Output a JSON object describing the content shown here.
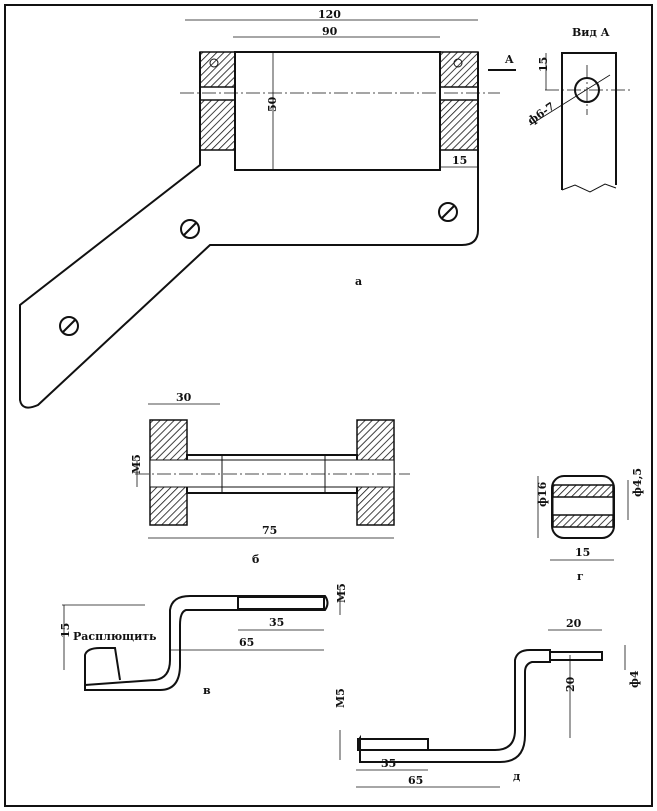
{
  "views": {
    "a": {
      "label": "а",
      "dims": {
        "overall_width": "120",
        "inner_width": "90",
        "height": "50",
        "flange": "15",
        "arrow": "A"
      }
    },
    "view_a": {
      "title": "Вид А",
      "offset": "15",
      "hole": "ф6-7"
    },
    "b": {
      "label": "б",
      "dims": {
        "left": "30",
        "thread": "М5",
        "length": "75"
      }
    },
    "g": {
      "label": "г",
      "dims": {
        "diameter": "ф16",
        "hole": "ф4,5",
        "width": "15"
      }
    },
    "v": {
      "label": "в",
      "note": "Расплющить",
      "dims": {
        "thread": "М5",
        "thread_len": "35",
        "length": "65",
        "height": "15"
      }
    },
    "d": {
      "label": "д",
      "dims": {
        "top": "20",
        "height": "20",
        "diameter": "ф4",
        "thread": "М5",
        "thread_len": "35",
        "length": "65"
      }
    }
  }
}
